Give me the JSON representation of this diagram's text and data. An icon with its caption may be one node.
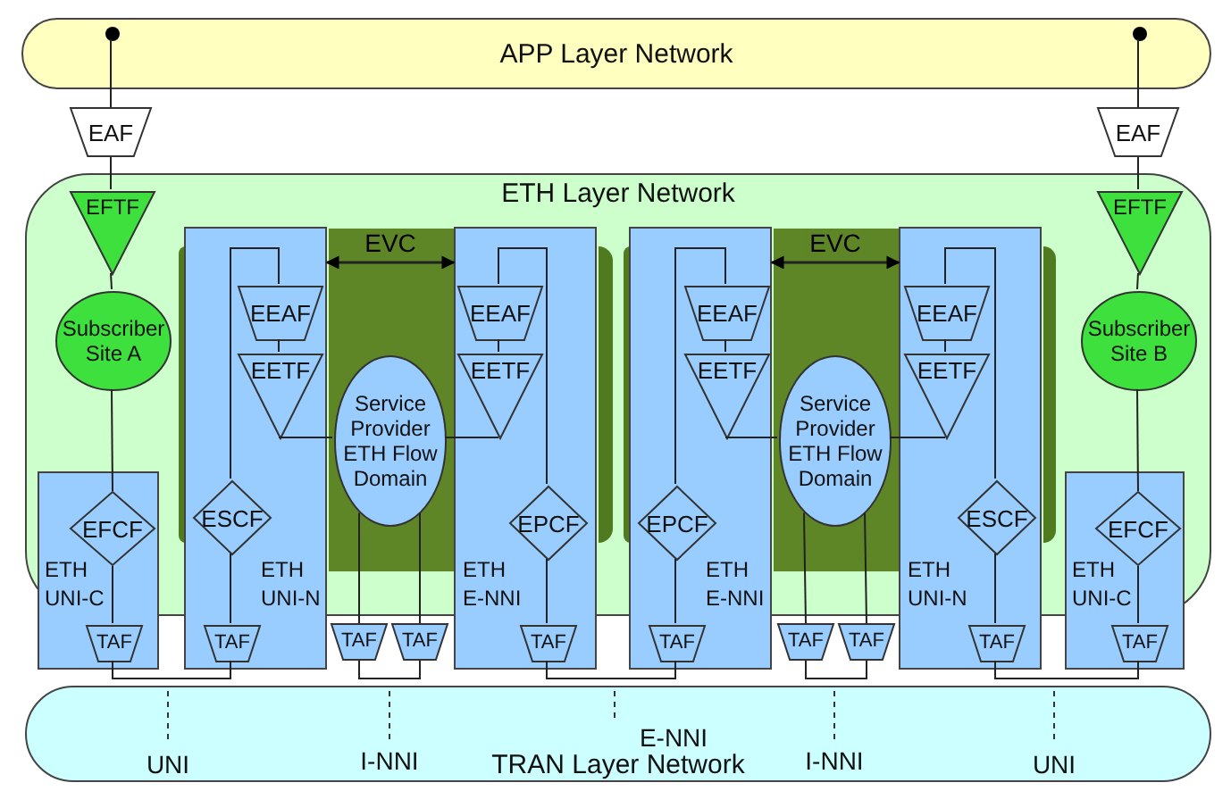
{
  "diagram": {
    "nodes": [
      {
        "text": [
          "APP Layer Network"
        ]
      },
      {
        "text": [],
        "shape": "circle",
        "in": 0
      },
      {
        "text": [],
        "shape": "circle",
        "in": 0
      },
      {
        "text": [
          "EAF"
        ]
      },
      {
        "text": [
          "EAF"
        ]
      },
      {
        "text": [
          "ETH Layer Network"
        ]
      },
      {
        "text": [
          "EFTF"
        ],
        "in": 5
      },
      {
        "text": [
          "Subscriber Site A"
        ],
        "in": 5
      },
      {
        "text": [
          "EFTF"
        ],
        "in": 5
      },
      {
        "text": [
          "Subscriber Site B"
        ],
        "in": 5
      },
      {
        "text": [
          "ETH UNI-C"
        ]
      },
      {
        "text": [
          "ETH UNI-N"
        ]
      },
      {
        "text": [
          "ETH E-NNI"
        ]
      },
      {
        "text": [
          "ETH E-NNI"
        ]
      },
      {
        "text": [
          "ETH UNI-N"
        ]
      },
      {
        "text": [
          "ETH UNI-C"
        ]
      },
      {
        "text": [
          "EFCF"
        ]
      },
      {
        "text": [
          "TAF"
        ],
        "in": 10
      },
      {
        "text": [
          "EEAF"
        ],
        "in": 11
      },
      {
        "text": [
          "EETF"
        ],
        "in": 11
      },
      {
        "text": [
          "ESCF"
        ],
        "in": 11
      },
      {
        "text": [
          "TAF"
        ],
        "in": 11
      },
      {
        "text": [
          "Service Provider ETH Flow Domain"
        ],
        "in": 5
      },
      {
        "text": [
          "EEAF"
        ],
        "in": 12
      },
      {
        "text": [
          "EETF"
        ],
        "in": 12
      },
      {
        "text": [
          "EPCF"
        ],
        "in": 12
      },
      {
        "text": [
          "TAF"
        ],
        "in": 12
      },
      {
        "text": [
          "TAF"
        ]
      },
      {
        "text": [
          "TAF"
        ]
      },
      {
        "text": [
          "EEAF"
        ],
        "in": 13
      },
      {
        "text": [
          "EETF"
        ],
        "in": 13
      },
      {
        "text": [
          "EPCF"
        ],
        "in": 13
      },
      {
        "text": [
          "TAF"
        ],
        "in": 13
      },
      {
        "text": [
          "Service Provider ETH Flow Domain"
        ],
        "in": 5
      },
      {
        "text": [
          "TAF"
        ]
      },
      {
        "text": [
          "TAF"
        ]
      },
      {
        "text": [
          "EEAF"
        ],
        "in": 14
      },
      {
        "text": [
          "EETF"
        ],
        "in": 14
      },
      {
        "text": [
          "ESCF"
        ],
        "in": 14
      },
      {
        "text": [
          "TAF"
        ],
        "in": 14
      },
      {
        "text": [
          "EFCF"
        ]
      },
      {
        "text": [
          "TAF"
        ],
        "in": 15
      },
      {
        "text": [
          "TRAN Layer Network"
        ]
      }
    ],
    "edges": [
      {
        "from": 1,
        "to": 3,
        "arrow": "none"
      },
      {
        "from": 2,
        "to": 4,
        "arrow": "none"
      },
      {
        "from": 3,
        "to": 6,
        "arrow": "none"
      },
      {
        "from": 6,
        "to": 7,
        "arrow": "none"
      },
      {
        "from": 7,
        "to": 16,
        "arrow": "none"
      },
      {
        "from": 16,
        "to": 17,
        "arrow": "none"
      },
      {
        "from": 4,
        "to": 8,
        "arrow": "none"
      },
      {
        "from": 8,
        "to": 9,
        "arrow": "none"
      },
      {
        "from": 9,
        "to": 40,
        "arrow": "none"
      },
      {
        "from": 40,
        "to": 41,
        "arrow": "none"
      },
      {
        "from": 17,
        "to": 21,
        "arrow": "none"
      },
      {
        "from": 21,
        "to": 20,
        "arrow": "none"
      },
      {
        "from": 20,
        "to": 18,
        "arrow": "none"
      },
      {
        "from": 18,
        "to": 19,
        "arrow": "none"
      },
      {
        "from": 19,
        "to": 22,
        "arrow": "none"
      },
      {
        "from": 22,
        "to": 27,
        "arrow": "none"
      },
      {
        "from": 22,
        "to": 28,
        "arrow": "none"
      },
      {
        "from": 27,
        "to": 28,
        "arrow": "none"
      },
      {
        "from": 22,
        "to": 24,
        "arrow": "none"
      },
      {
        "from": 23,
        "to": 24,
        "arrow": "none"
      },
      {
        "from": 25,
        "to": 23,
        "arrow": "none"
      },
      {
        "from": 26,
        "to": 25,
        "arrow": "none"
      },
      {
        "from": 26,
        "to": 32,
        "arrow": "none"
      },
      {
        "from": 32,
        "to": 31,
        "arrow": "none"
      },
      {
        "from": 31,
        "to": 29,
        "arrow": "none"
      },
      {
        "from": 29,
        "to": 30,
        "arrow": "none"
      },
      {
        "from": 30,
        "to": 33,
        "arrow": "none"
      },
      {
        "from": 33,
        "to": 34,
        "arrow": "none"
      },
      {
        "from": 33,
        "to": 35,
        "arrow": "none"
      },
      {
        "from": 34,
        "to": 35,
        "arrow": "none"
      },
      {
        "from": 33,
        "to": 37,
        "arrow": "none"
      },
      {
        "from": 36,
        "to": 37,
        "arrow": "none"
      },
      {
        "from": 38,
        "to": 36,
        "arrow": "none"
      },
      {
        "from": 39,
        "to": 38,
        "arrow": "none"
      },
      {
        "from": 39,
        "to": 41,
        "arrow": "none"
      },
      {
        "from": 11,
        "to": 12,
        "arrow": "both",
        "label": "EVC"
      },
      {
        "from": 13,
        "to": 14,
        "arrow": "both",
        "label": "EVC"
      }
    ],
    "labels": [
      "UNI",
      "I-NNI",
      "E-NNI",
      "I-NNI",
      "UNI"
    ]
  }
}
